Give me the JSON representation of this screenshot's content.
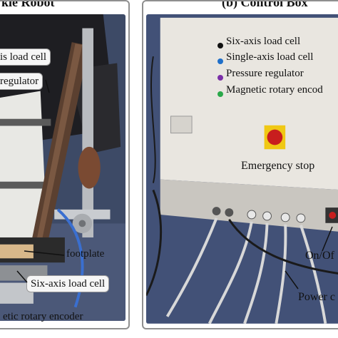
{
  "panel_a": {
    "title": "kle Robot",
    "labels": {
      "load_cell_top": "is load cell",
      "regulator": "regulator",
      "footplate": "footplate",
      "six_axis": "Six-axis load cell",
      "encoder": "etic rotary encoder"
    }
  },
  "panel_b": {
    "title": "(b) Control Box",
    "legend": [
      {
        "label": "Six-axis load cell",
        "color": "#111111"
      },
      {
        "label": "Single-axis load cell",
        "color": "#1f6fc9"
      },
      {
        "label": "Pressure regulator",
        "color": "#7b2fa8"
      },
      {
        "label": "Magnetic rotary encod",
        "color": "#2aa84a"
      }
    ],
    "emergency_stop": "Emergency stop",
    "on_off": "On/Of",
    "power": "Power c"
  }
}
